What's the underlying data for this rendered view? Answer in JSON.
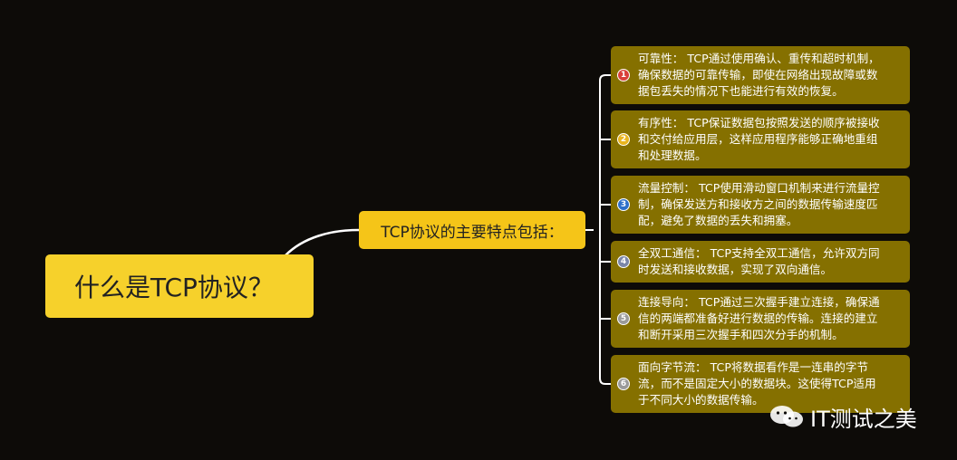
{
  "mindmap": {
    "root": {
      "label": "什么是TCP协议？"
    },
    "branch": {
      "label": "TCP协议的主要特点包括："
    },
    "leaves": [
      {
        "index": "1",
        "color": "#d9403a",
        "text": "可靠性： TCP通过使用确认、重传和超时机制，\n确保数据的可靠传输，即使在网络出现故障或数\n据包丢失的情况下也能进行有效的恢复。"
      },
      {
        "index": "2",
        "color": "#e8b41e",
        "text": "有序性： TCP保证数据包按照发送的顺序被接收\n和交付给应用层，这样应用程序能够正确地重组\n和处理数据。"
      },
      {
        "index": "3",
        "color": "#2d6fc9",
        "text": "流量控制： TCP使用滑动窗口机制来进行流量控\n制，确保发送方和接收方之间的数据传输速度匹\n配，避免了数据的丢失和拥塞。"
      },
      {
        "index": "4",
        "color": "#7a86a8",
        "text": "全双工通信： TCP支持全双工通信，允许双方同\n时发送和接收数据，实现了双向通信。"
      },
      {
        "index": "5",
        "color": "#9a9a9a",
        "text": "连接导向： TCP通过三次握手建立连接，确保通\n信的两端都准备好进行数据的传输。连接的建立\n和断开采用三次握手和四次分手的机制。"
      },
      {
        "index": "6",
        "color": "#9a9a9a",
        "text": "面向字节流： TCP将数据看作是一连串的字节\n流，而不是固定大小的数据块。这使得TCP适用\n于不同大小的数据传输。"
      }
    ]
  },
  "watermark": {
    "text": "IT测试之美",
    "icon": "wechat-icon"
  }
}
